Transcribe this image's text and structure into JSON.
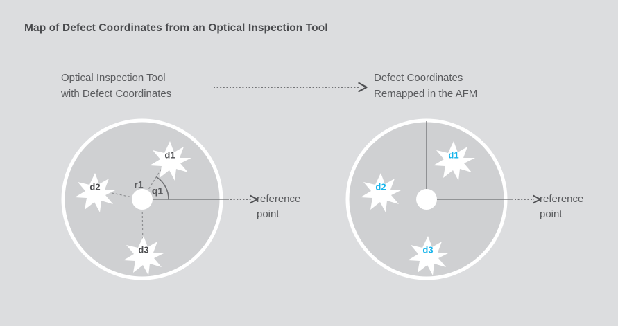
{
  "page": {
    "title": "Map of Defect Coordinates from an Optical Inspection Tool",
    "background_color": "#dcdddf",
    "wafer_fill_color": "#cfd0d2",
    "wafer_ring_color": "#ffffff",
    "defect_star_color": "#ffffff",
    "line_color": "#6e6f72",
    "text_color": "#5a5b5e"
  },
  "panels": [
    {
      "id": "optical-inspection-tool",
      "caption_line1": "Optical Inspection Tool",
      "caption_line2": "with Defect Coordinates",
      "label_color": "#4d4e51",
      "axis_style": "dashed-polar",
      "reference_point_label_line1": "reference",
      "reference_point_label_line2": "point",
      "measures": [
        {
          "name": "radius-label",
          "text": "r1"
        },
        {
          "name": "angle-label",
          "text": "q1"
        }
      ],
      "defects": [
        {
          "id": "d1",
          "label": "d1"
        },
        {
          "id": "d2",
          "label": "d2"
        },
        {
          "id": "d3",
          "label": "d3"
        }
      ]
    },
    {
      "id": "afm-remapped",
      "caption_line1": "Defect Coordinates",
      "caption_line2": "Remapped in the AFM",
      "label_color": "#17b4eb",
      "axis_style": "solid-cartesian",
      "reference_point_label_line1": "reference",
      "reference_point_label_line2": "point",
      "measures": [],
      "defects": [
        {
          "id": "d1",
          "label": "d1"
        },
        {
          "id": "d2",
          "label": "d2"
        },
        {
          "id": "d3",
          "label": "d3"
        }
      ]
    }
  ],
  "transfer_arrow": {
    "name": "transfer-arrow",
    "style": "dotted",
    "direction": "left-to-right"
  }
}
